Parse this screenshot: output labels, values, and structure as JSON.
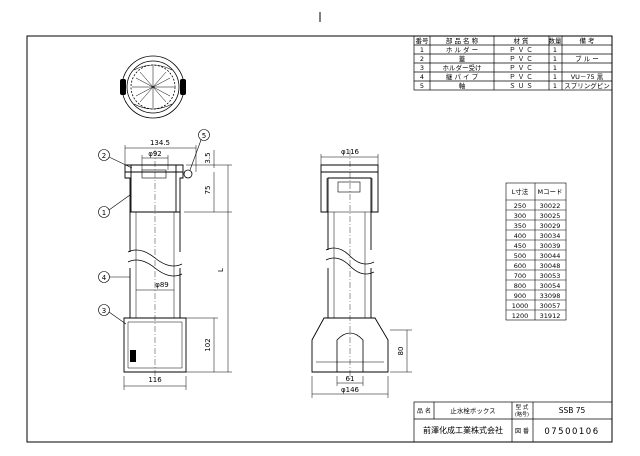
{
  "parts_table": {
    "headers": [
      "番号",
      "部 品 名 称",
      "材 質",
      "数量",
      "備 考"
    ],
    "rows": [
      {
        "no": "1",
        "name": "ホ ル ダ ー",
        "material": "Ｐ Ｖ Ｃ",
        "qty": "1",
        "note": ""
      },
      {
        "no": "2",
        "name": "蓋",
        "material": "Ｐ Ｖ Ｃ",
        "qty": "1",
        "note": "ブ ル ー"
      },
      {
        "no": "3",
        "name": "ホルダー受け",
        "material": "Ｐ Ｖ Ｃ",
        "qty": "1",
        "note": ""
      },
      {
        "no": "4",
        "name": "継 パ イ プ",
        "material": "Ｐ Ｖ Ｃ",
        "qty": "1",
        "note": "VU－75 黒"
      },
      {
        "no": "5",
        "name": "軸",
        "material": "Ｓ Ｕ Ｓ",
        "qty": "1",
        "note": "スプリングピン"
      }
    ]
  },
  "size_table": {
    "headers": [
      "L寸法",
      "Mコード"
    ],
    "rows": [
      [
        "250",
        "30022"
      ],
      [
        "300",
        "30025"
      ],
      [
        "350",
        "30029"
      ],
      [
        "400",
        "30034"
      ],
      [
        "450",
        "30039"
      ],
      [
        "500",
        "30044"
      ],
      [
        "600",
        "30048"
      ],
      [
        "700",
        "30053"
      ],
      [
        "800",
        "30054"
      ],
      [
        "900",
        "33098"
      ],
      [
        "1000",
        "30057"
      ],
      [
        "1200",
        "31912"
      ]
    ]
  },
  "dimensions": {
    "top_width": "134.5",
    "lid_dia": "φ92",
    "lid_gap": "3.5",
    "holder_height": "75",
    "total_length": "L",
    "pipe_dia": "φ89",
    "base_height": "102",
    "base_width": "116",
    "side_top_dia": "φ116",
    "side_base_height": "80",
    "side_slot_width": "61",
    "side_base_dia": "φ146"
  },
  "callouts": [
    "1",
    "2",
    "3",
    "4",
    "5"
  ],
  "title_block": {
    "name_label": "品 名",
    "name_value": "止水栓ボックス",
    "model_label": "型 式\n(略号)",
    "model_label_1": "型 式",
    "model_label_2": "(略号)",
    "model_value": "SSB 75",
    "company": "前澤化成工業株式会社",
    "drawing_label": "図 番",
    "drawing_no": "07500106"
  }
}
